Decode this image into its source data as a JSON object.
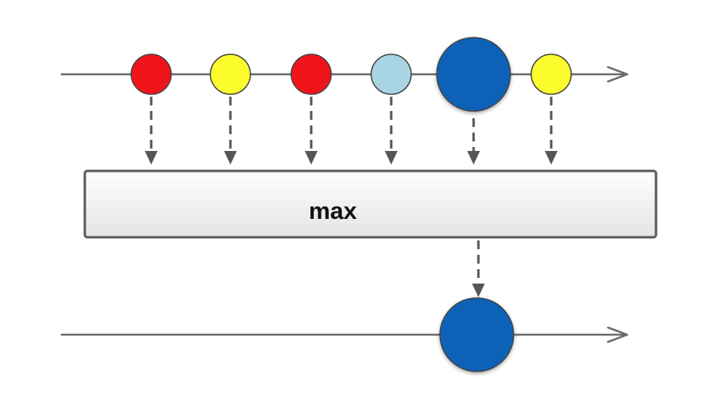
{
  "operator": {
    "label": "max"
  },
  "input_sequence": [
    {
      "color_name": "red",
      "fill": "#f0141a",
      "size": "normal"
    },
    {
      "color_name": "yellow",
      "fill": "#fcfc2c",
      "size": "normal"
    },
    {
      "color_name": "red",
      "fill": "#f0141a",
      "size": "normal"
    },
    {
      "color_name": "light-blue",
      "fill": "#a8d4e3",
      "size": "normal"
    },
    {
      "color_name": "dark-blue",
      "fill": "#0a62b8",
      "size": "large"
    },
    {
      "color_name": "yellow",
      "fill": "#fcfc2c",
      "size": "normal"
    }
  ],
  "output_sequence": [
    {
      "color_name": "dark-blue",
      "fill": "#0a62b8",
      "size": "large"
    }
  ],
  "colors": {
    "line": "#6b6b6b",
    "dashed_arrow": "#555555",
    "box_border": "#5a5a5a",
    "box_fill_top": "#ffffff",
    "box_fill_bottom": "#e4e4e4"
  }
}
